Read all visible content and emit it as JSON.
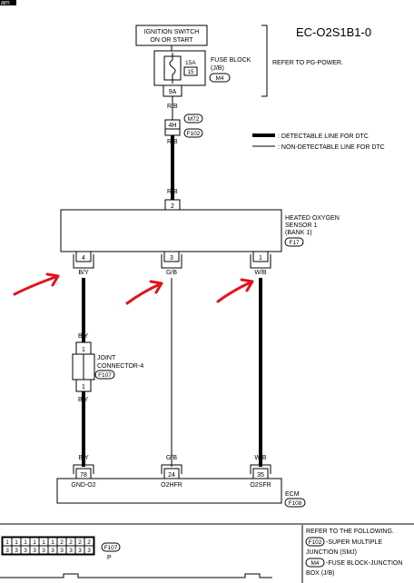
{
  "header": {
    "partial_top_left": "am",
    "diagram_code": "EC-O2S1B1-0"
  },
  "ignition": {
    "line1": "IGNITION SWITCH",
    "line2": "ON OR START"
  },
  "fuse": {
    "rating": "15A",
    "number": "15",
    "label1": "FUSE BLOCK",
    "label2": "(J/B)",
    "connector": "M4",
    "terminal": "9A",
    "refer": "REFER TO PG-POWER."
  },
  "wire_top": {
    "color_upper": "R/B",
    "junction": "4H",
    "conn_a": "M72",
    "conn_b": "F102",
    "color_lower": "R/B",
    "color_at_sensor": "R/B"
  },
  "legend": {
    "detectable": ": DETECTABLE LINE FOR DTC",
    "non_detectable": ": NON-DETECTABLE LINE FOR DTC"
  },
  "sensor": {
    "line1": "HEATED OXYGEN",
    "line2": "SENSOR 1",
    "line3": "(BANK 1)",
    "connector": "F17",
    "pin_top": "2",
    "pins": [
      {
        "pin": "4",
        "wire": "B/Y"
      },
      {
        "pin": "3",
        "wire": "G/B"
      },
      {
        "pin": "1",
        "wire": "W/B"
      }
    ]
  },
  "joint": {
    "line1": "JOINT",
    "line2": "CONNECTOR-4",
    "connector": "F107",
    "pin_top": "1",
    "pin_bottom": "1",
    "wire_in": "B/Y",
    "wire_out": "B/Y"
  },
  "ecm": {
    "name": "ECM",
    "connector": "F108",
    "terminals": [
      {
        "wire": "B/Y",
        "pin": "78",
        "signal": "GND-O2"
      },
      {
        "wire": "G/B",
        "pin": "24",
        "signal": "O2HFR"
      },
      {
        "wire": "W/B",
        "pin": "35",
        "signal": "O2SFR"
      }
    ]
  },
  "bottom_connector": {
    "row1": [
      "1",
      "1",
      "1",
      "1",
      "1",
      "1",
      "2",
      "2",
      "2",
      "2"
    ],
    "row2": [
      "3",
      "3",
      "3",
      "3",
      "3",
      "3",
      "3",
      "3",
      "3",
      "3"
    ],
    "connector": "F107",
    "color_code": "P"
  },
  "refer_box": {
    "title": "REFER TO THE FOLLOWING.",
    "item1_conn": "F102",
    "item1_text1": "-SUPER MULTIPLE",
    "item1_text2": "JUNCTION (SMJ)",
    "item2_conn": "M4",
    "item2_text1": "-FUSE BLOCK-JUNCTION",
    "item2_text2": "BOX (J/B)"
  }
}
